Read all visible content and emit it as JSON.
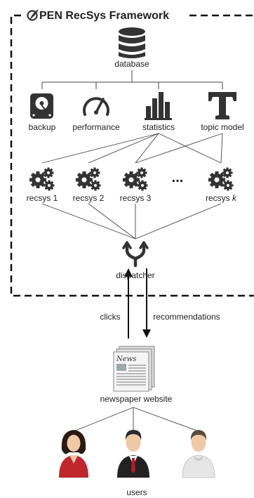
{
  "title": "PEN RecSys Framework",
  "title_logo_icon": "feather-o-icon",
  "nodes": {
    "database": "database",
    "backup": "backup",
    "performance": "performance",
    "statistics": "statistics",
    "topic_model": "topic model",
    "recsys_1": "recsys 1",
    "recsys_2": "recsys 2",
    "recsys_3": "recsys 3",
    "ellipsis": "...",
    "recsys_k_prefix": "recsys ",
    "recsys_k_var": "k",
    "dispatcher": "dispatcher",
    "newspaper": "newspaper website",
    "users": "users"
  },
  "edges": {
    "clicks": "clicks",
    "recommendations": "recommendations"
  },
  "icons": {
    "database": "database-icon",
    "backup": "hard-drive-icon",
    "performance": "speedometer-icon",
    "statistics": "bar-chart-icon",
    "topic_model": "letter-t-icon",
    "recsys": "gears-icon",
    "dispatcher": "merge-arrows-icon",
    "newspaper": "newspaper-icon",
    "users": "user-avatar-icon"
  },
  "colors": {
    "icon": "#333333",
    "frame": "#111111",
    "user_red": "#c0262d",
    "user_gray": "#e6e6e6"
  }
}
